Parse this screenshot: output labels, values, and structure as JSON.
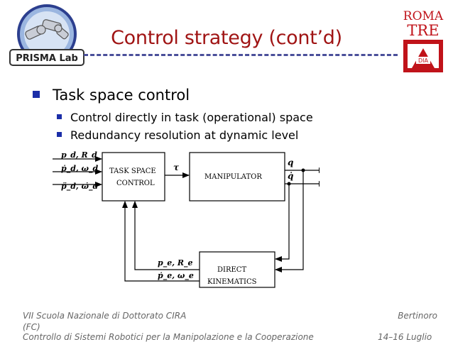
{
  "slide": {
    "title": "Control strategy (cont’d)",
    "bullets": [
      {
        "text": "Task space control",
        "sub": [
          "Control directly in task (operational) space",
          "Redundancy resolution at dynamic level"
        ]
      }
    ]
  },
  "logos": {
    "left_text": "PRISMA Lab",
    "right_line1": "ROMA",
    "right_line2": "TRE",
    "right_badge": "DIA"
  },
  "diagram": {
    "blocks": {
      "task_space_control_line1": "TASK SPACE",
      "task_space_control_line2": "CONTROL",
      "manipulator": "MANIPULATOR",
      "direct_kinematics_line1": "DIRECT",
      "direct_kinematics_line2": "KINEMATICS"
    },
    "signals": {
      "input1": "p_d, R_d",
      "input2": "ṗ_d, ω_d",
      "input3": "p̈_d, ω̇_d",
      "tau": "τ",
      "q": "q",
      "qdot": "q̇",
      "fb1": "p_e, R_e",
      "fb2": "ṗ_e, ω_e"
    }
  },
  "footer": {
    "left_line1": "VII Scuola Nazionale di Dottorato CIRA",
    "left_line2": "(FC)",
    "left_line3": "Controllo di Sistemi Robotici per la Manipolazione e la Cooperazione",
    "right_line1": "Bertinoro",
    "right_line3": "14–16 Luglio"
  },
  "colors": {
    "title": "#a01414",
    "bullet": "#1b2ea8",
    "rule": "#4a4f9a",
    "logo_red": "#c0131a",
    "logo_blue": "#1f4fa3"
  }
}
